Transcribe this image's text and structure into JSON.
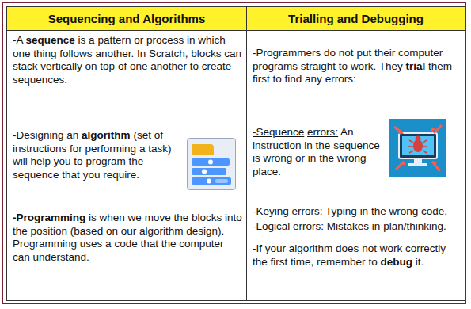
{
  "diagram": {
    "nodes": [
      {
        "text": [
          "Sequencing and Algorithms",
          "-A sequence is a pattern or process in which one thing follows another. In Scratch, blocks can stack vertically on top of one another to create sequences.",
          "-Designing an algorithm (set of instructions for performing a task) will help you to program the sequence that you require.",
          "-Programming is when we move the blocks into the position (based on our algorithm design). Programming uses a code that the computer can understand."
        ]
      },
      {
        "text": [
          "Trialling and Debugging",
          "-Programmers do not put their computer programs straight to work. They trial them first to find any errors:",
          "-Sequence errors: An instruction in the sequence is wrong or in the wrong place.",
          "-Keying errors: Typing in the wrong code.",
          "-Logical errors: Mistakes in plan/thinking.",
          "-If your algorithm does not work correctly the first time, remember to debug it."
        ]
      }
    ]
  }
}
